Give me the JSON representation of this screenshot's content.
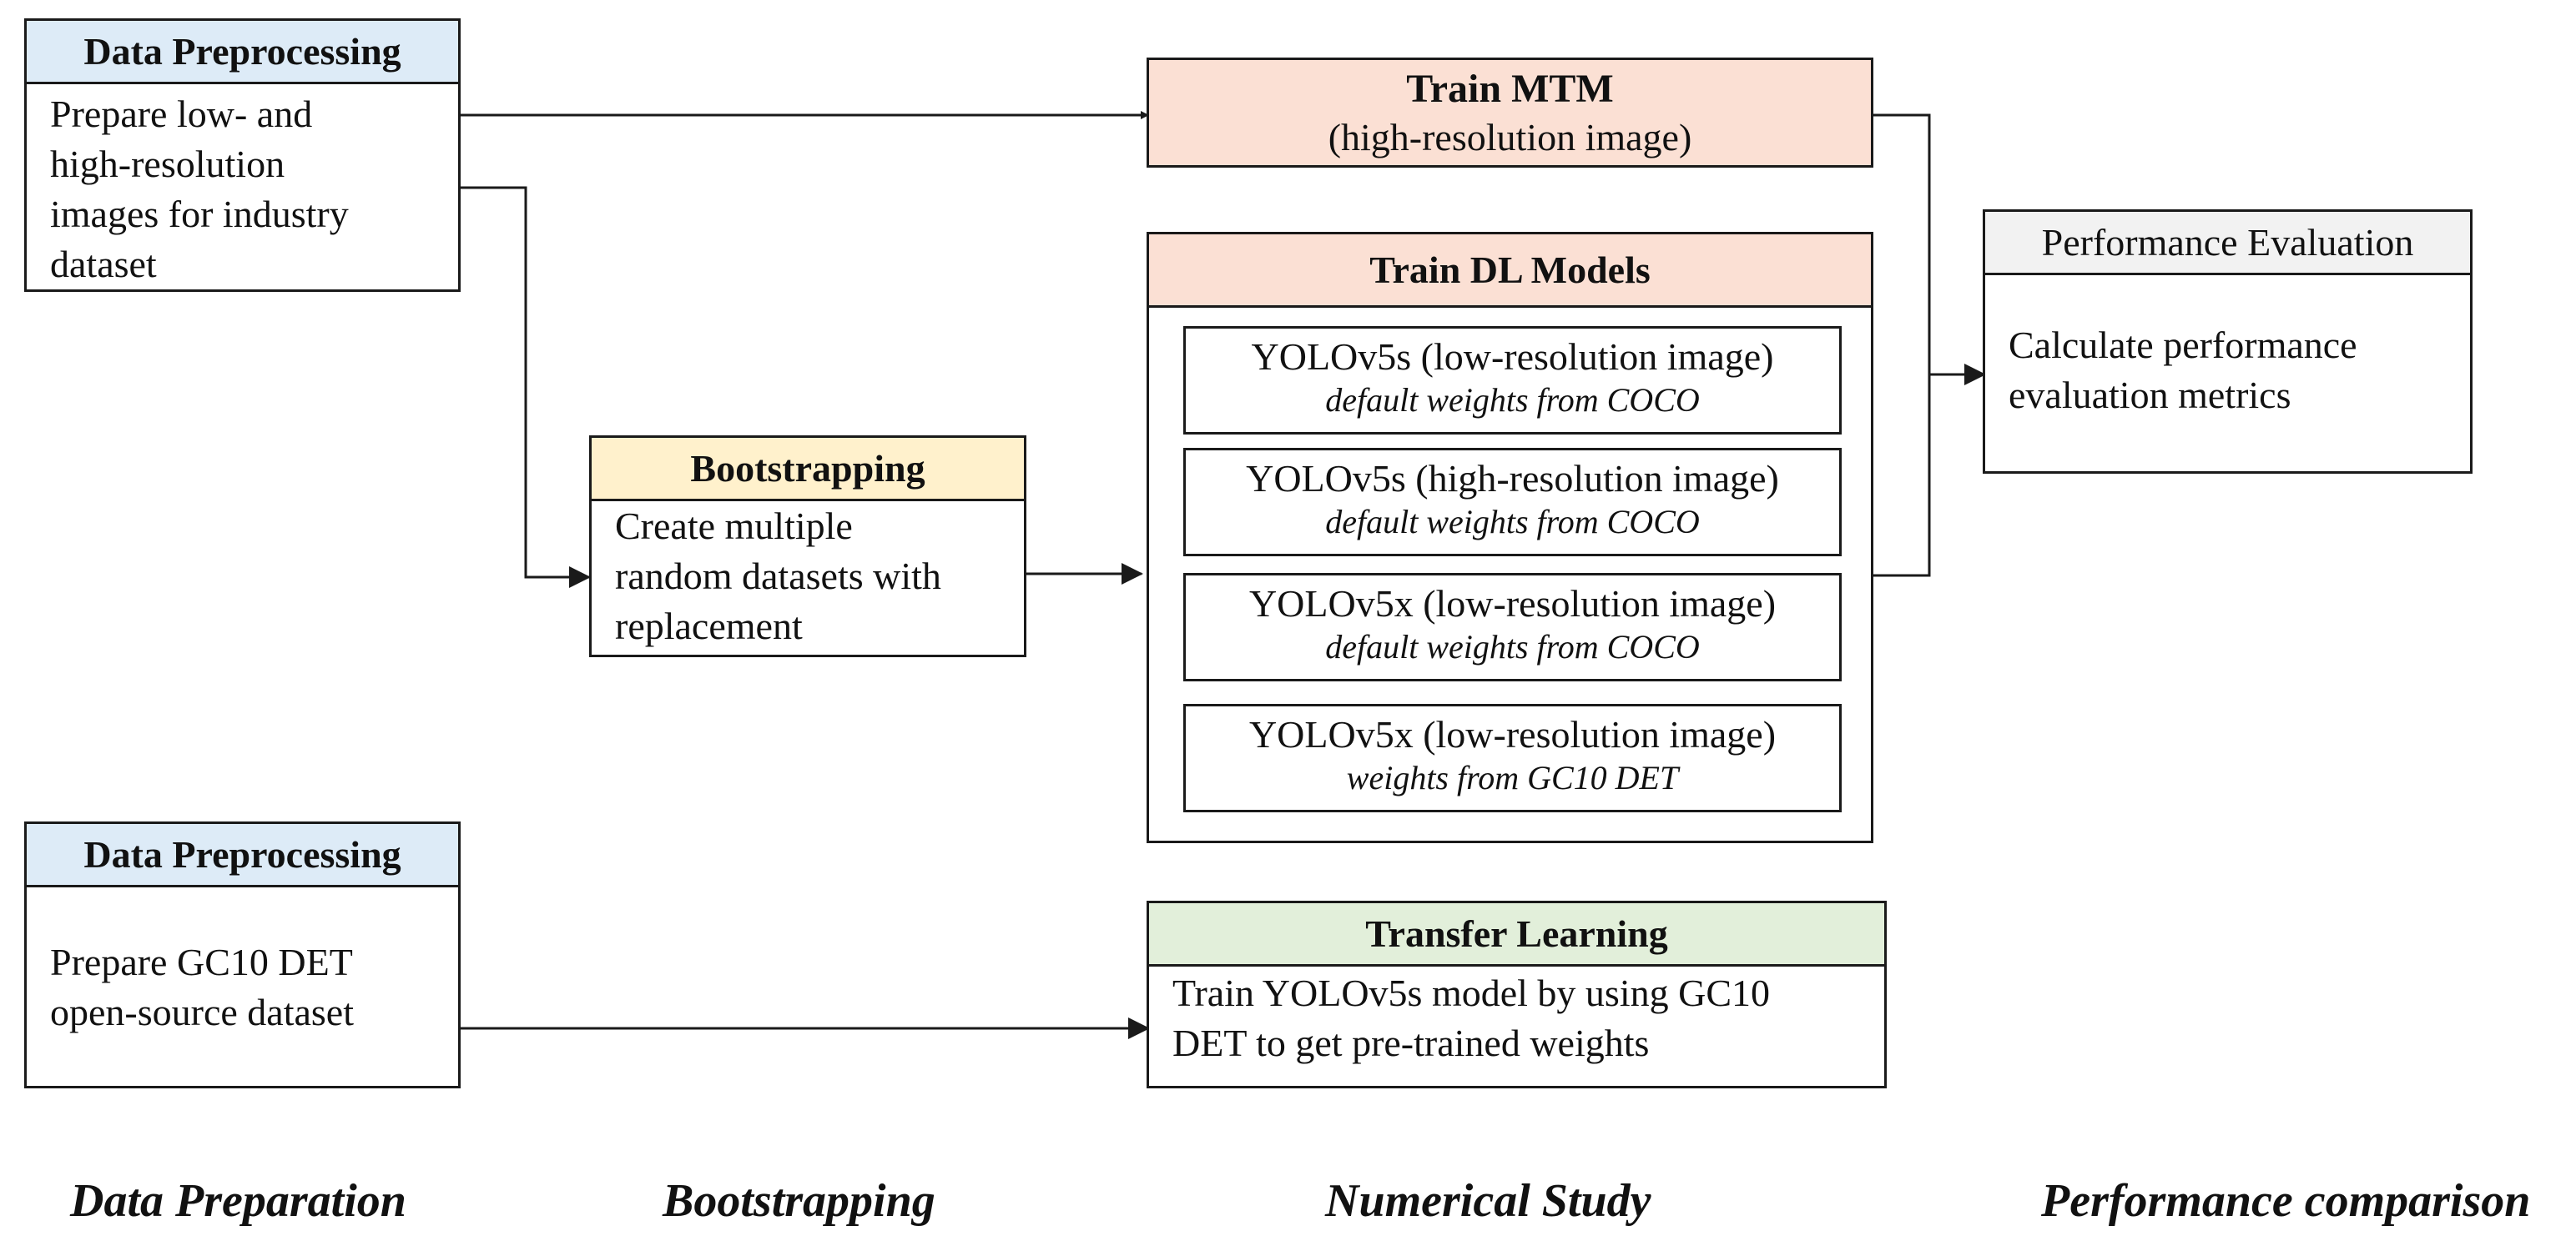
{
  "colors": {
    "header_blue": "#ddebf7",
    "header_orange": "#fbe0d4",
    "header_yellow": "#fff1cc",
    "header_green": "#e2efda",
    "header_gray": "#f2f2f2",
    "border": "#1a1a1a"
  },
  "data_prep_1": {
    "title": "Data Preprocessing",
    "lines": [
      "Prepare low- and",
      "high-resolution",
      "images for industry",
      "dataset"
    ]
  },
  "data_prep_2": {
    "title": "Data Preprocessing",
    "lines": [
      "Prepare GC10 DET",
      "open-source dataset"
    ]
  },
  "bootstrapping": {
    "title": "Bootstrapping",
    "lines": [
      "Create multiple",
      "random datasets with",
      "replacement"
    ]
  },
  "train_mtm": {
    "title": "Train MTM",
    "subtitle": "(high-resolution image)"
  },
  "train_dl": {
    "title": "Train DL Models",
    "models": [
      {
        "name": "YOLOv5s (low-resolution image)",
        "weights": "default weights from COCO"
      },
      {
        "name": "YOLOv5s (high-resolution image)",
        "weights": "default weights from COCO"
      },
      {
        "name": "YOLOv5x (low-resolution image)",
        "weights": "default weights from COCO"
      },
      {
        "name": "YOLOv5x (low-resolution image)",
        "weights": "weights from GC10 DET"
      }
    ]
  },
  "transfer_learning": {
    "title": "Transfer Learning",
    "lines": [
      "Train YOLOv5s model by using GC10",
      "DET to get pre-trained weights"
    ]
  },
  "performance_eval": {
    "title": "Performance Evaluation",
    "lines": [
      "Calculate performance",
      "evaluation metrics"
    ]
  },
  "stages": [
    "Data Preparation",
    "Bootstrapping",
    "Numerical Study",
    "Performance comparison"
  ]
}
